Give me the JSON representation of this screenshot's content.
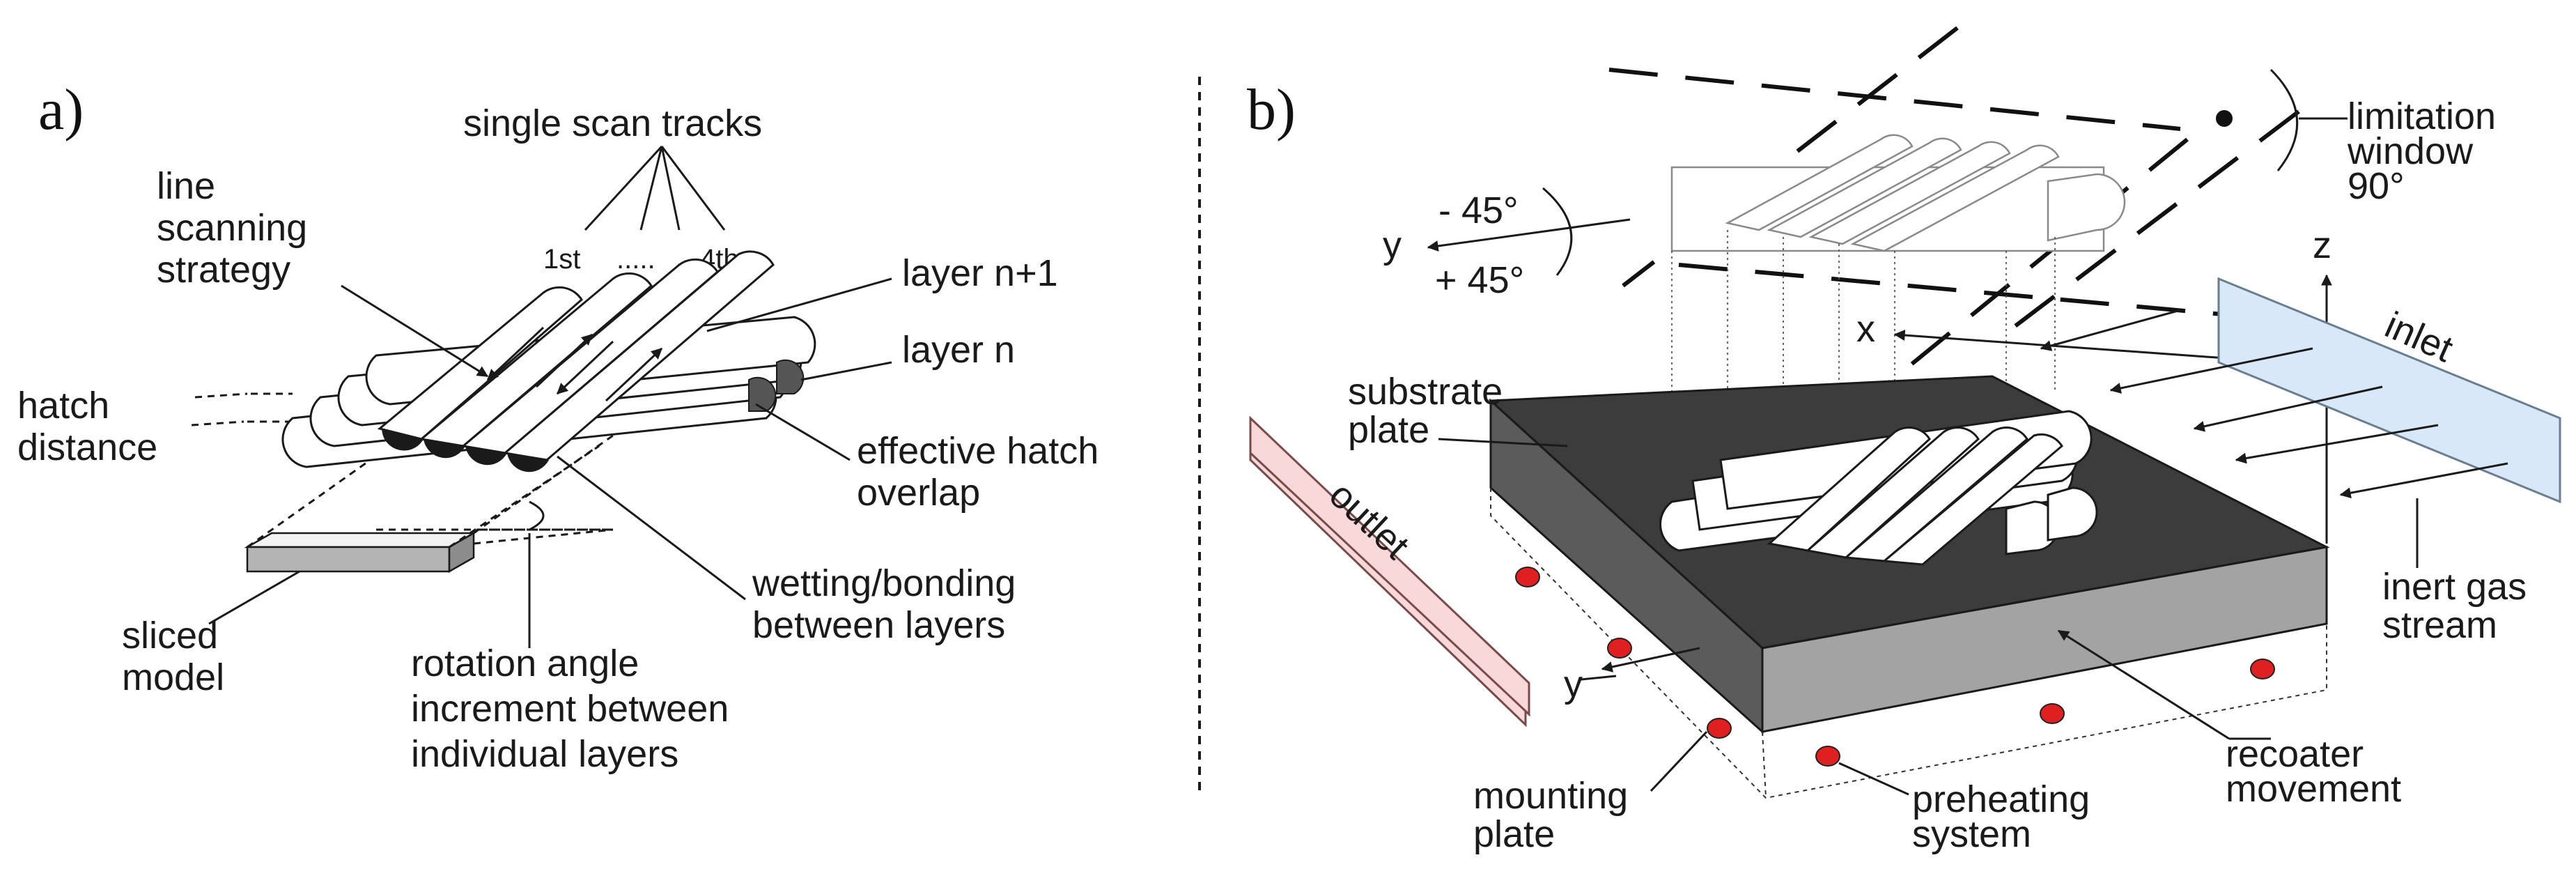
{
  "panel_a": {
    "label": "a)",
    "title": "single scan tracks",
    "tracks": {
      "first": "1st",
      "dots": ".....",
      "last": "4th"
    },
    "labels": {
      "strategy": [
        "line",
        "scanning",
        "strategy"
      ],
      "layer_next": "layer n+1",
      "layer": "layer n",
      "hatch": [
        "hatch",
        "distance"
      ],
      "overlap": [
        "effective hatch",
        "overlap"
      ],
      "wetting": [
        "wetting/bonding",
        "between layers"
      ],
      "model": [
        "sliced",
        "model"
      ],
      "rotation": [
        "rotation angle",
        "increment between",
        "individual layers"
      ]
    }
  },
  "panel_b": {
    "label": "b)",
    "labels": {
      "limitation": [
        "limitation",
        "window",
        "90°"
      ],
      "angle_neg": "- 45°",
      "angle_pos": "+ 45°",
      "axis_y_top": "y",
      "axis_z": "z",
      "axis_x": "x",
      "inlet": "inlet",
      "substrate": [
        "substrate",
        "plate"
      ],
      "outlet": "outlet",
      "gas": [
        "inert gas",
        "stream"
      ],
      "axis_y_bottom": "y",
      "mounting": [
        "mounting",
        "plate"
      ],
      "preheating": [
        "preheating",
        "system"
      ],
      "recoater": [
        "recoater",
        "movement"
      ]
    },
    "colors": {
      "plate_top": "#3c3c3c",
      "plate_front": "#5b5b5b",
      "plate_side": "#a3a3a3",
      "heater": "#e02020",
      "inlet_fill": "#d8e8f8",
      "outlet_fill": "#f8d8d8"
    }
  }
}
